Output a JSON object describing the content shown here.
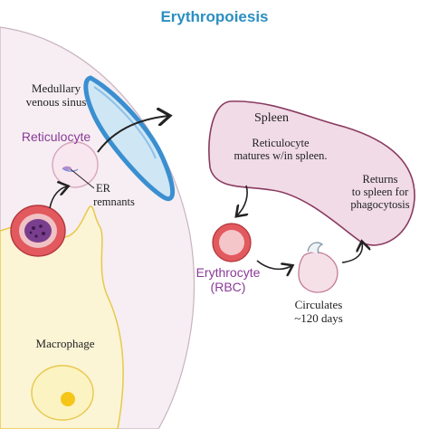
{
  "title": "Erythropoiesis",
  "labels": {
    "medullary_line1": "Medullary",
    "medullary_line2": "venous sinus",
    "reticulocyte": "Reticulocyte",
    "er_line1": "ER",
    "er_line2": "remnants",
    "macrophage": "Macrophage",
    "spleen": "Spleen",
    "spleen_desc_line1": "Reticulocyte",
    "spleen_desc_line2": "matures w/in spleen.",
    "returns_line1": "Returns",
    "returns_line2": "to spleen for",
    "returns_line3": "phagocytosis",
    "erythrocyte_line1": "Erythrocyte",
    "erythrocyte_line2": "(RBC)",
    "circulates_line1": "Circulates",
    "circulates_line2": "~120 days"
  },
  "colors": {
    "title": "#2b8fc2",
    "bone_marrow_fill": "#f6eef2",
    "macrophage_fill": "#fbf5d6",
    "macrophage_stroke": "#e8c84a",
    "sinus_fill": "#cfe6f5",
    "sinus_stroke": "#3a8fd0",
    "spleen_fill": "#f0dbe6",
    "rbc_fill": "#e2595e",
    "nucleus_fill": "#7a3e8e",
    "reticulocyte_label": "#8a3a97"
  }
}
